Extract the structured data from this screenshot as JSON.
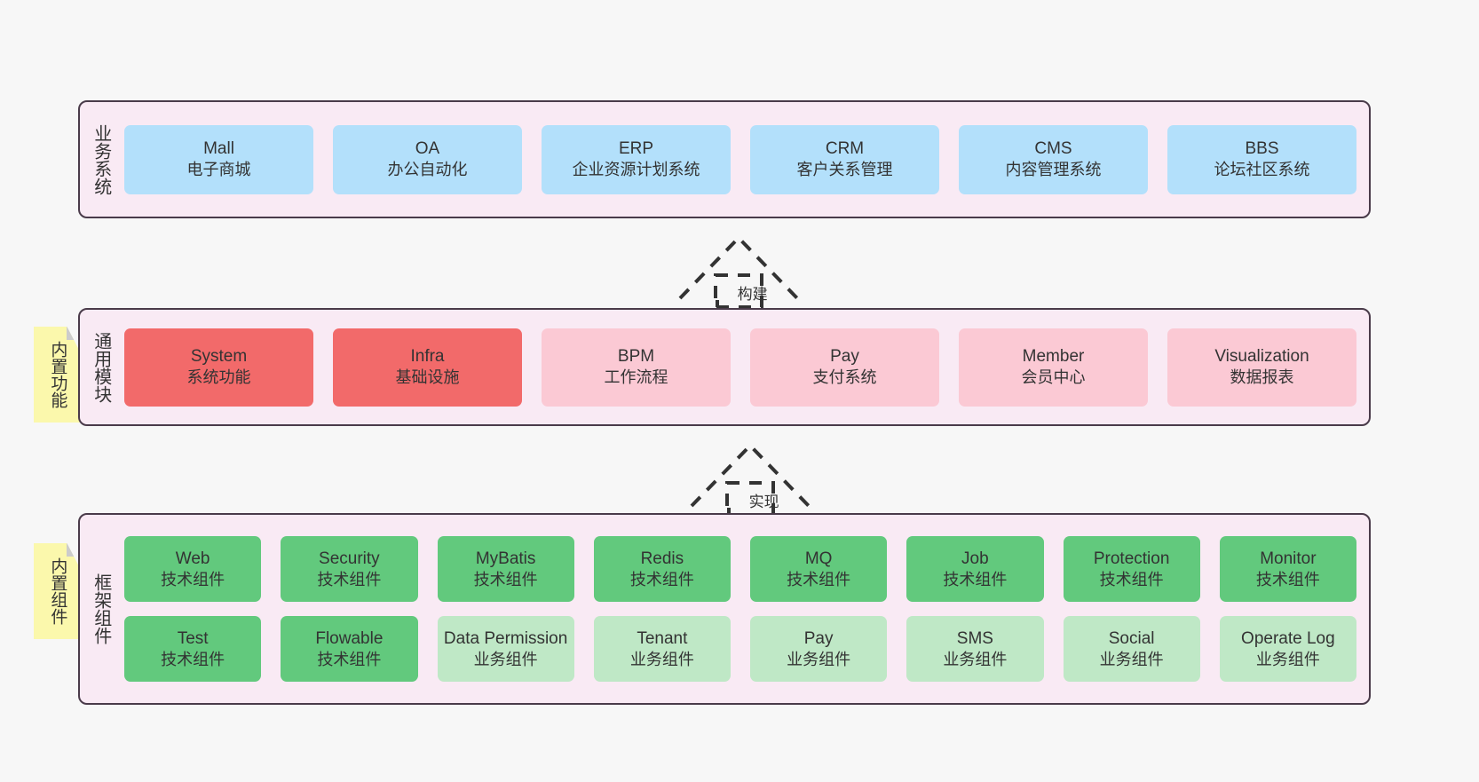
{
  "diagram": {
    "background_color": "#f7f7f7",
    "panel_color": "#f9eaf4",
    "panel_border_color": "#4a3b4a",
    "note_color": "#fbf8ac"
  },
  "layers": [
    {
      "id": "business-systems",
      "title": "业务系统",
      "note": null,
      "rows": [
        {
          "items": [
            {
              "title": "Mall",
              "sub": "电子商城",
              "color": "#b3e0fb",
              "style": "blue"
            },
            {
              "title": "OA",
              "sub": "办公自动化",
              "color": "#b3e0fb",
              "style": "blue"
            },
            {
              "title": "ERP",
              "sub": "企业资源计划系统",
              "color": "#b3e0fb",
              "style": "blue"
            },
            {
              "title": "CRM",
              "sub": "客户关系管理",
              "color": "#b3e0fb",
              "style": "blue"
            },
            {
              "title": "CMS",
              "sub": "内容管理系统",
              "color": "#b3e0fb",
              "style": "blue"
            },
            {
              "title": "BBS",
              "sub": "论坛社区系统",
              "color": "#b3e0fb",
              "style": "blue"
            }
          ]
        }
      ]
    },
    {
      "id": "common-modules",
      "title": "通用模块",
      "note": "内置功能",
      "rows": [
        {
          "items": [
            {
              "title": "System",
              "sub": "系统功能",
              "color": "#f26a6a",
              "style": "red"
            },
            {
              "title": "Infra",
              "sub": "基础设施",
              "color": "#f26a6a",
              "style": "red"
            },
            {
              "title": "BPM",
              "sub": "工作流程",
              "color": "#fbc9d4",
              "style": "pink"
            },
            {
              "title": "Pay",
              "sub": "支付系统",
              "color": "#fbc9d4",
              "style": "pink"
            },
            {
              "title": "Member",
              "sub": "会员中心",
              "color": "#fbc9d4",
              "style": "pink"
            },
            {
              "title": "Visualization",
              "sub": "数据报表",
              "color": "#fbc9d4",
              "style": "pink"
            }
          ]
        }
      ]
    },
    {
      "id": "framework-components",
      "title": "框架组件",
      "note": "内置组件",
      "rows": [
        {
          "items": [
            {
              "title": "Web",
              "sub": "技术组件",
              "color": "#62c97d",
              "style": "green"
            },
            {
              "title": "Security",
              "sub": "技术组件",
              "color": "#62c97d",
              "style": "green"
            },
            {
              "title": "MyBatis",
              "sub": "技术组件",
              "color": "#62c97d",
              "style": "green"
            },
            {
              "title": "Redis",
              "sub": "技术组件",
              "color": "#62c97d",
              "style": "green"
            },
            {
              "title": "MQ",
              "sub": "技术组件",
              "color": "#62c97d",
              "style": "green"
            },
            {
              "title": "Job",
              "sub": "技术组件",
              "color": "#62c97d",
              "style": "green"
            },
            {
              "title": "Protection",
              "sub": "技术组件",
              "color": "#62c97d",
              "style": "green"
            },
            {
              "title": "Monitor",
              "sub": "技术组件",
              "color": "#62c97d",
              "style": "green"
            }
          ]
        },
        {
          "items": [
            {
              "title": "Test",
              "sub": "技术组件",
              "color": "#62c97d",
              "style": "green"
            },
            {
              "title": "Flowable",
              "sub": "技术组件",
              "color": "#62c97d",
              "style": "green"
            },
            {
              "title": "Data Permission",
              "sub": "业务组件",
              "color": "#bfe8c6",
              "style": "lgreen"
            },
            {
              "title": "Tenant",
              "sub": "业务组件",
              "color": "#bfe8c6",
              "style": "lgreen"
            },
            {
              "title": "Pay",
              "sub": "业务组件",
              "color": "#bfe8c6",
              "style": "lgreen"
            },
            {
              "title": "SMS",
              "sub": "业务组件",
              "color": "#bfe8c6",
              "style": "lgreen"
            },
            {
              "title": "Social",
              "sub": "业务组件",
              "color": "#bfe8c6",
              "style": "lgreen"
            },
            {
              "title": "Operate Log",
              "sub": "业务组件",
              "color": "#bfe8c6",
              "style": "lgreen"
            }
          ]
        }
      ]
    }
  ],
  "connectors": [
    {
      "id": "build",
      "label": "构建",
      "from": "common-modules",
      "to": "business-systems",
      "style": "dashed-generalization"
    },
    {
      "id": "implement",
      "label": "实现",
      "from": "framework-components",
      "to": "common-modules",
      "style": "dashed-generalization"
    }
  ]
}
